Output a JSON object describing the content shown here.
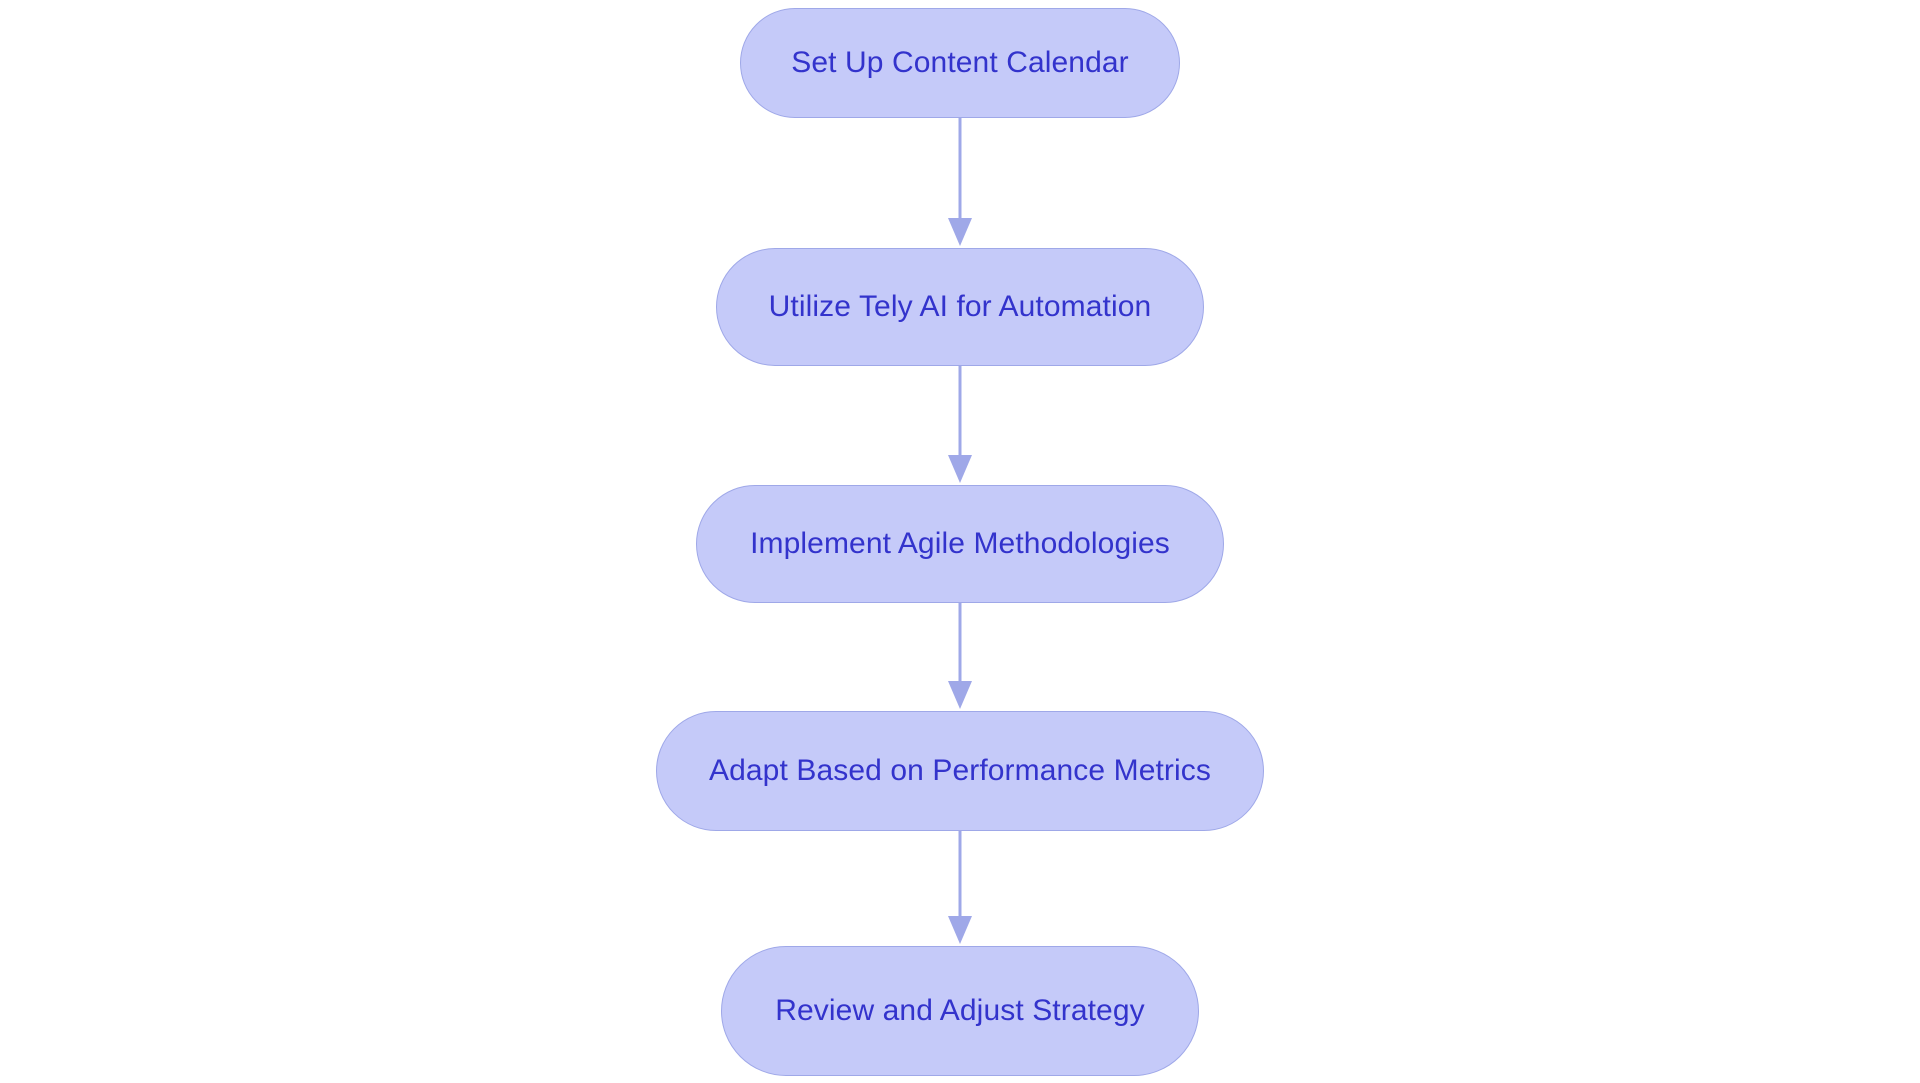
{
  "diagram": {
    "type": "flowchart",
    "orientation": "top-to-bottom",
    "background_color": "#ffffff",
    "node_fill_color": "#c5caf9",
    "node_border_color": "#9fa8e8",
    "node_text_color": "#3333cc",
    "connector_color": "#9fa8e8",
    "node_shape": "stadium",
    "nodes": [
      {
        "id": "n1",
        "label": "Set Up Content Calendar"
      },
      {
        "id": "n2",
        "label": "Utilize Tely AI for Automation"
      },
      {
        "id": "n3",
        "label": "Implement Agile Methodologies"
      },
      {
        "id": "n4",
        "label": "Adapt Based on Performance Metrics"
      },
      {
        "id": "n5",
        "label": "Review and Adjust Strategy"
      }
    ],
    "edges": [
      {
        "id": "e1",
        "from": "n1",
        "to": "n2",
        "label": "",
        "arrow": "arrowhead-down-icon"
      },
      {
        "id": "e2",
        "from": "n2",
        "to": "n3",
        "label": "",
        "arrow": "arrowhead-down-icon"
      },
      {
        "id": "e3",
        "from": "n3",
        "to": "n4",
        "label": "",
        "arrow": "arrowhead-down-icon"
      },
      {
        "id": "e4",
        "from": "n4",
        "to": "n5",
        "label": "",
        "arrow": "arrowhead-down-icon"
      }
    ]
  }
}
